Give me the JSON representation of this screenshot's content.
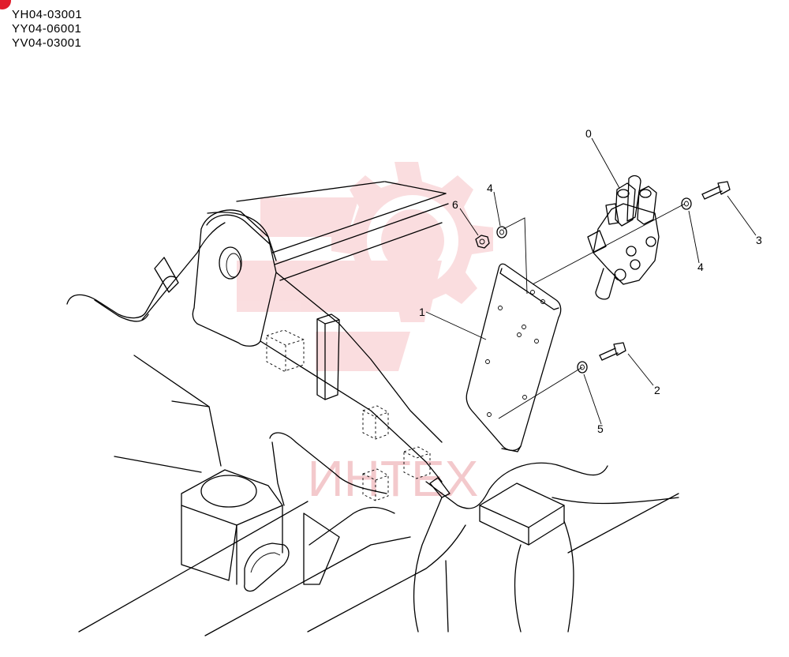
{
  "header": {
    "codes": [
      "YH04-03001",
      "YY04-06001",
      "YV04-03001"
    ],
    "marker_color": "#e11d2b"
  },
  "watermark": {
    "text": "ИНТЕХ",
    "color": "#f4b4b8"
  },
  "callouts": [
    "0",
    "1",
    "2",
    "3",
    "4",
    "4",
    "5",
    "6"
  ]
}
